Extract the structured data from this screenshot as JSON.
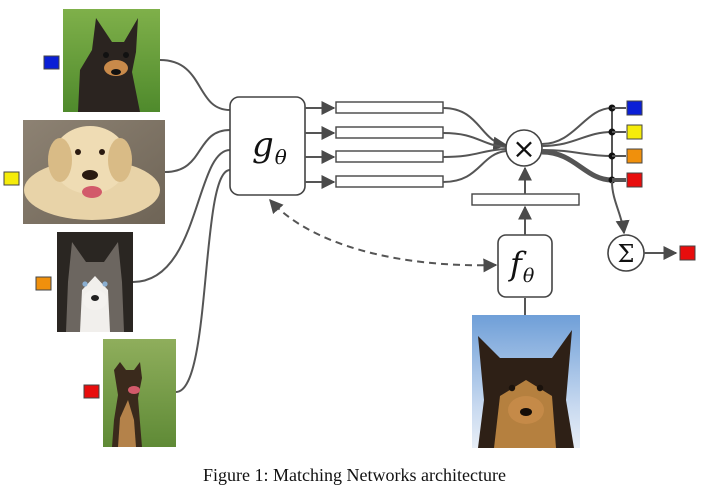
{
  "caption": "Figure 1: Matching Networks architecture",
  "g_label": {
    "base": "g",
    "sub": "θ"
  },
  "f_label": {
    "base": "f",
    "sub": "θ"
  },
  "multiply_symbol": "×",
  "sum_symbol": "Σ",
  "support_images": [
    {
      "name": "chihuahua-image",
      "class_color": "#0a1fd6",
      "label_name": "label-blue"
    },
    {
      "name": "labrador-image",
      "class_color": "#f5ec0a",
      "label_name": "label-yellow"
    },
    {
      "name": "husky-image",
      "class_color": "#f0900c",
      "label_name": "label-orange"
    },
    {
      "name": "german-shepherd-image",
      "class_color": "#e80d0d",
      "label_name": "label-red"
    }
  ],
  "query_image": {
    "name": "query-german-shepherd-image"
  },
  "output_colors": [
    "#0a1fd6",
    "#f5ec0a",
    "#f0900c",
    "#e80d0d"
  ],
  "result_color": "#e80d0d"
}
